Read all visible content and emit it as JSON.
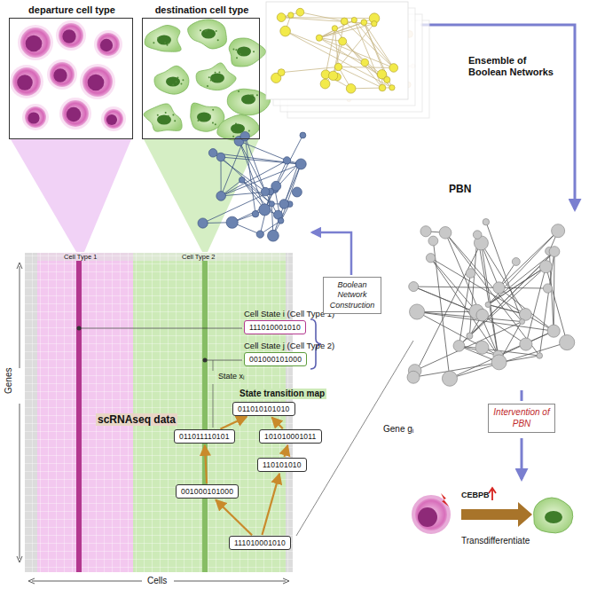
{
  "diagram": {
    "nodes": [
      {
        "text": [
          "departure cell type"
        ]
      },
      {
        "text": [
          "destination cell type"
        ]
      },
      {
        "text": [
          "Cell State i (Cell Type 1)",
          "111010001010"
        ]
      },
      {
        "text": [
          "Cell State j (Cell Type 2)",
          "001000101000"
        ]
      },
      {
        "text": [
          "Boolean Network Construction"
        ]
      },
      {
        "text": [
          "Intervention of PBN"
        ]
      },
      {
        "text": [
          "011010101010"
        ]
      },
      {
        "text": [
          "011011110101"
        ]
      },
      {
        "text": [
          "101010001011"
        ]
      },
      {
        "text": [
          "110101010"
        ]
      },
      {
        "text": [
          "001000101000"
        ]
      },
      {
        "text": [
          "111010001010"
        ]
      }
    ],
    "edges": [
      {
        "from": 11,
        "to": 10,
        "arrow": "to"
      },
      {
        "from": 11,
        "to": 9,
        "arrow": "to"
      },
      {
        "from": 10,
        "to": 7,
        "arrow": "to"
      },
      {
        "from": 9,
        "to": 8,
        "arrow": "to"
      },
      {
        "from": 7,
        "to": 6,
        "arrow": "to"
      },
      {
        "from": 8,
        "to": 6,
        "arrow": "to"
      }
    ],
    "labels": [
      "Ensemble of Boolean Networks",
      "PBN",
      "Cell Type 1",
      "Cell Type 2",
      "Genes",
      "Cells",
      "scRNAseq data",
      "State transition map",
      "State xᵢ",
      "Gene gᵢ",
      "CEBPB",
      "Transdifferentiate"
    ]
  }
}
